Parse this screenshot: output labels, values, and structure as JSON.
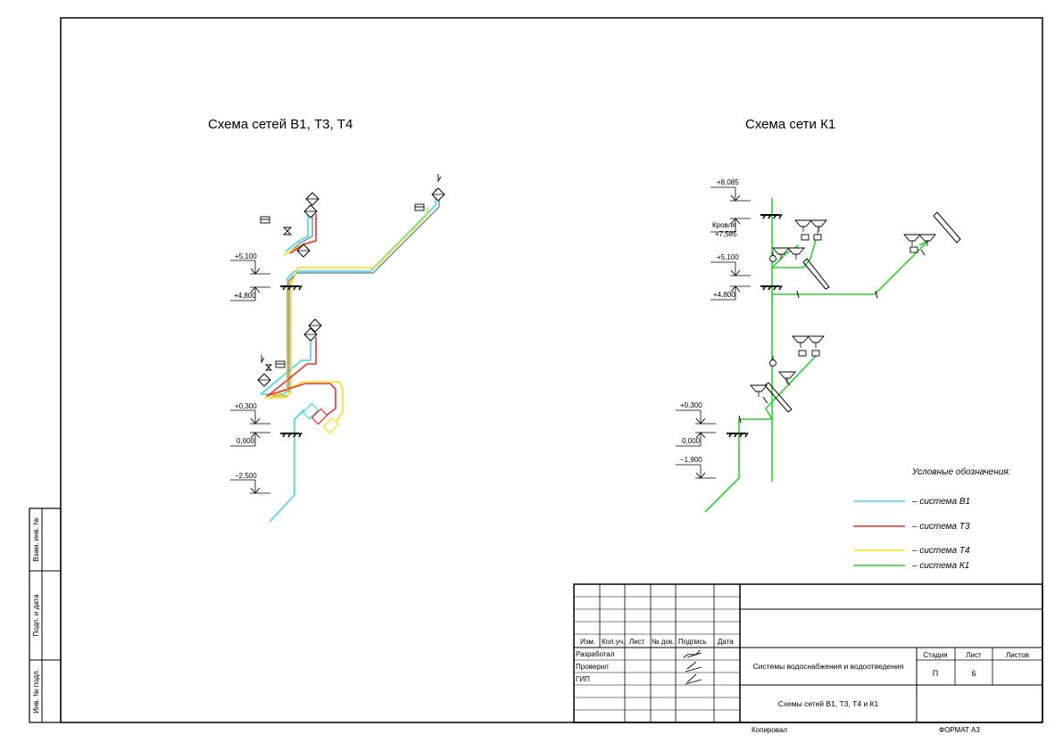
{
  "titles": {
    "left": "Схема сетей В1, Т3, Т4",
    "right": "Схема сети К1"
  },
  "elevations_left": [
    "+5,100",
    "+4,800",
    "+0,300",
    "0,000",
    "−2,500"
  ],
  "elevations_right": {
    "top": "+8,085",
    "roof_label": "Кровля",
    "roof_value": "+7,585",
    "items": [
      "+5,100",
      "+4,800",
      "+0,300",
      "0,000",
      "−1,900"
    ]
  },
  "legend": {
    "title": "Условные обозначения:",
    "items": [
      {
        "label": "– система В1",
        "color": "#3fd8e8"
      },
      {
        "label": "– система Т3",
        "color": "#e83030"
      },
      {
        "label": "– система Т4",
        "color": "#f2e21c"
      },
      {
        "label": "– система К1",
        "color": "#2ed12e"
      }
    ]
  },
  "colors": {
    "V1": "#3fd8e8",
    "T3": "#e83030",
    "T4": "#f2e21c",
    "K1": "#2ed12e",
    "gray": "#6f8aa0"
  },
  "side_stamps": [
    "Взам. инв. №",
    "Подп. и дата",
    "Инв. № подл."
  ],
  "title_block": {
    "headers": [
      "Изм.",
      "Кол.уч.",
      "Лист",
      "№ док.",
      "Подпись",
      "Дата"
    ],
    "roles": [
      "Разработал",
      "Проверил",
      "ГИП"
    ],
    "object_name": "Системы водоснабжения и водоотведения",
    "stage_header": "Стадия",
    "sheet_header": "Лист",
    "sheets_header": "Листов",
    "stage": "П",
    "sheet": "6",
    "drawing_name": "Схемы сетей В1, Т3, Т4 и К1"
  },
  "footer": {
    "copied": "Копировал",
    "format": "ФОРМАТ А3"
  }
}
